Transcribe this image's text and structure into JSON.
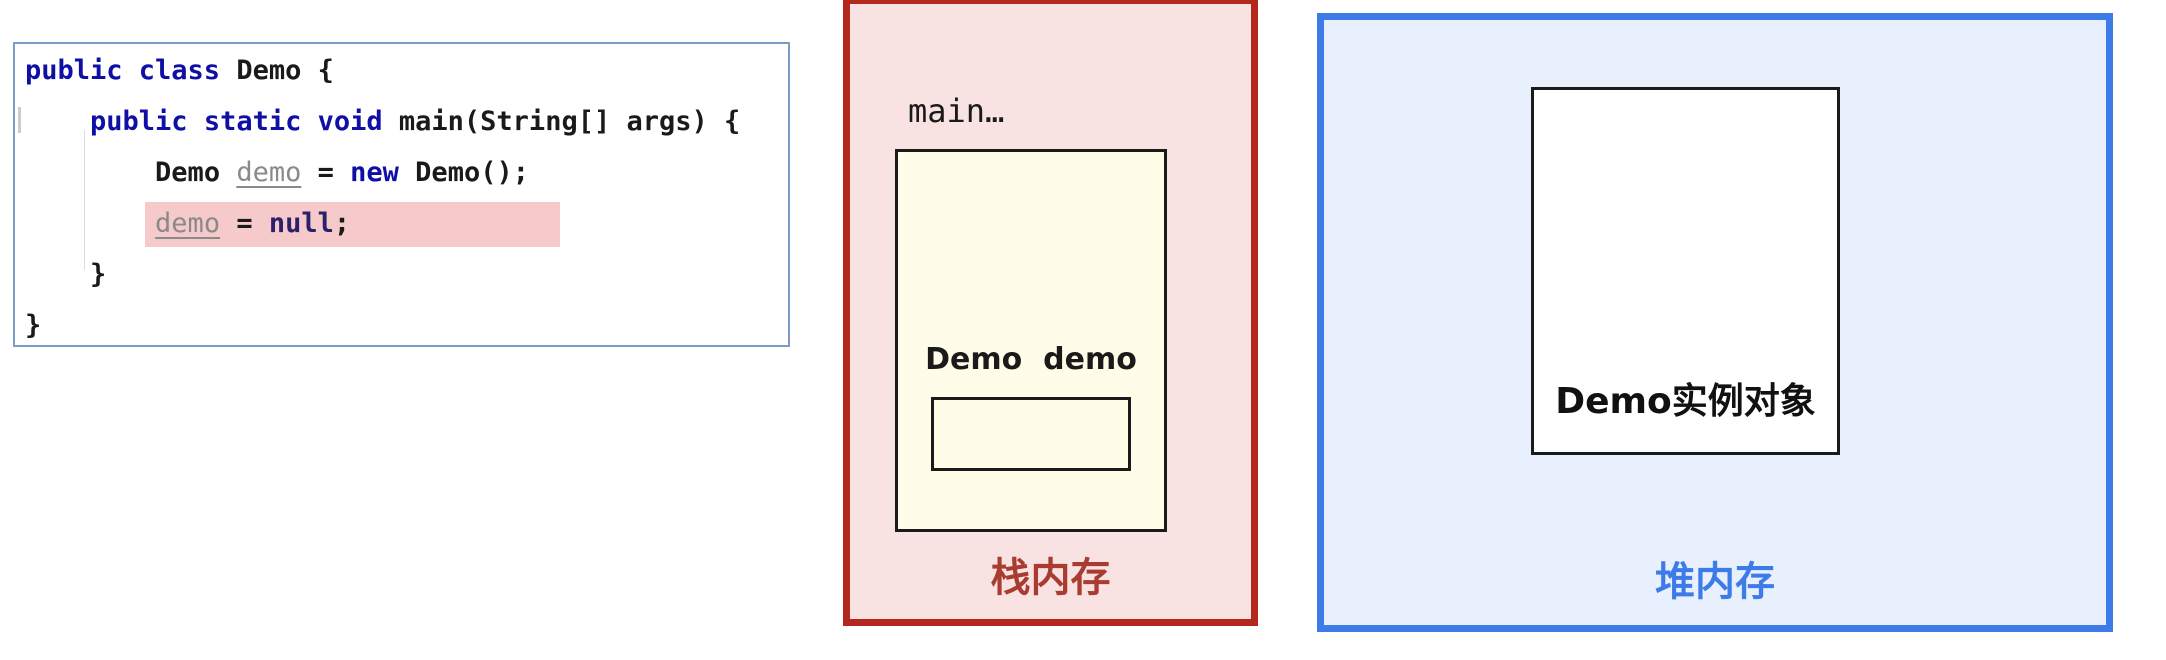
{
  "colors": {
    "keyword": "#0f0fa5",
    "null_keyword": "#2a2168",
    "variable": "#8a8a8a",
    "plain_code": "#1a1a1a",
    "line_highlight": "#f6caca",
    "code_border": "#7c9cc6",
    "stack_border": "#b2281c",
    "stack_bg": "#f8e2e2",
    "stack_label": "#a93b30",
    "heap_border": "#3d7be8",
    "heap_bg": "#e7f0fc",
    "heap_label": "#3d7be8",
    "frame_bg": "#fffde7",
    "object_bg": "#ffffff",
    "shape_border": "#1a1a1a"
  },
  "code_panel": {
    "lines": [
      {
        "indent": 0,
        "highlight": false,
        "tokens": [
          {
            "text": "public class ",
            "style": "kw"
          },
          {
            "text": "Demo {",
            "style": "pl"
          }
        ]
      },
      {
        "indent": 4,
        "highlight": false,
        "tokens": [
          {
            "text": "public static void ",
            "style": "kw"
          },
          {
            "text": "main(String[] args) {",
            "style": "pl"
          }
        ]
      },
      {
        "indent": 8,
        "highlight": false,
        "tokens": [
          {
            "text": "Demo ",
            "style": "pl"
          },
          {
            "text": "demo",
            "style": "var"
          },
          {
            "text": " = ",
            "style": "pl"
          },
          {
            "text": "new",
            "style": "kw"
          },
          {
            "text": " Demo();",
            "style": "pl"
          }
        ]
      },
      {
        "indent": 8,
        "highlight": true,
        "tokens": [
          {
            "text": "demo",
            "style": "var"
          },
          {
            "text": " = ",
            "style": "pl"
          },
          {
            "text": "null",
            "style": "kwnull"
          },
          {
            "text": ";",
            "style": "pl"
          }
        ]
      },
      {
        "indent": 4,
        "highlight": false,
        "tokens": [
          {
            "text": "}",
            "style": "pl"
          }
        ]
      },
      {
        "indent": 0,
        "highlight": false,
        "tokens": [
          {
            "text": "}",
            "style": "pl"
          }
        ]
      }
    ]
  },
  "stack": {
    "title": "栈内存",
    "frame_label": "main…",
    "variable_label": "Demo  demo"
  },
  "heap": {
    "title": "堆内存",
    "object_label": "Demo实例对象"
  }
}
